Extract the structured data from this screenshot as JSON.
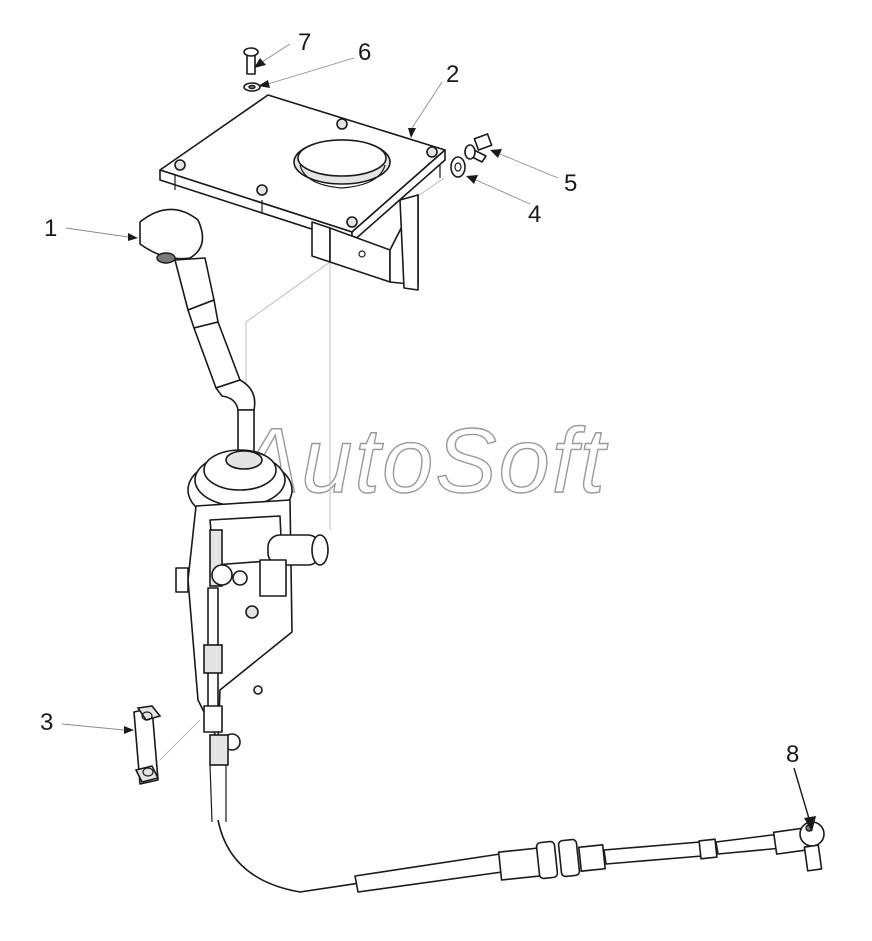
{
  "watermark": {
    "text": "AutoSoft"
  },
  "callouts": [
    {
      "number": "1",
      "part": "gear-lever-knob"
    },
    {
      "number": "2",
      "part": "mounting-plate"
    },
    {
      "number": "3",
      "part": "clamp-plate"
    },
    {
      "number": "4",
      "part": "washer"
    },
    {
      "number": "5",
      "part": "bolt"
    },
    {
      "number": "6",
      "part": "washer-small"
    },
    {
      "number": "7",
      "part": "screw"
    },
    {
      "number": "8",
      "part": "cable-ball-joint"
    }
  ]
}
